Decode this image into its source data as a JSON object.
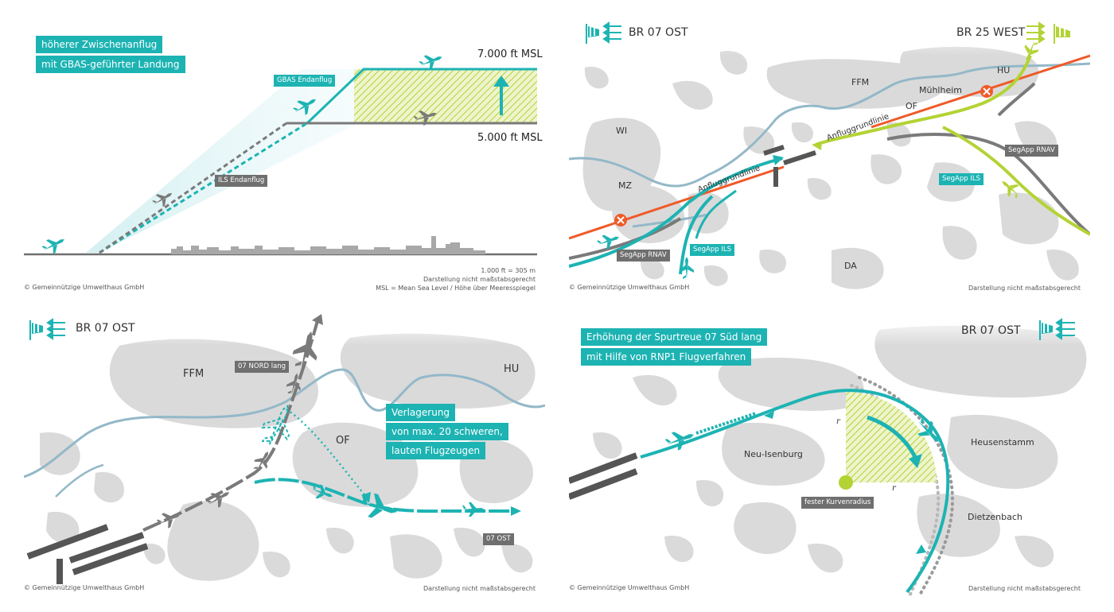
{
  "panel1": {
    "title_line1": "höherer Zwischenanflug",
    "title_line2": "mit GBAS-geführter Landung",
    "altitude_high": "7.000 ft MSL",
    "altitude_low": "5.000 ft MSL",
    "label_gbas": "GBAS Endanflug",
    "label_ils": "ILS Endanflug",
    "note_conversion": "1.000 ft = 305 m",
    "note_scale": "Darstellung nicht maßstabsgerecht",
    "note_msl": "MSL = Mean Sea Level / Höhe über Meeresspiegel",
    "copyright": "© Gemeinnützige Umwelthaus GmbH"
  },
  "panel2": {
    "runway_left": "BR 07 OST",
    "runway_right": "BR 25 WEST",
    "places": [
      "FFM",
      "Mühlheim",
      "HU",
      "OF",
      "WI",
      "MZ",
      "DA"
    ],
    "line_left": "Anfluggrundlinie",
    "line_right": "Anfluggrundlinie",
    "tag_segapp_rnav_right": "SegApp RNAV",
    "tag_segapp_ils_right": "SegApp ILS",
    "tag_segapp_rnav_left": "SegApp RNAV",
    "tag_segapp_ils_left": "SegApp ILS",
    "copyright": "© Gemeinnützige Umwelthaus GmbH",
    "note_scale": "Darstellung nicht maßstabsgerecht"
  },
  "panel3": {
    "runway": "BR 07 OST",
    "places": [
      "FFM",
      "HU",
      "OF"
    ],
    "tag_nord": "07 NORD lang",
    "tag_ost": "07 OST",
    "box_line1": "Verlagerung",
    "box_line2": "von max. 20 schweren,",
    "box_line3": "lauten Flugzeugen",
    "copyright": "© Gemeinnützige Umwelthaus GmbH",
    "note_scale": "Darstellung nicht maßstabsgerecht"
  },
  "panel4": {
    "title_line1": "Erhöhung der Spurtreue 07 Süd lang",
    "title_line2": "mit Hilfe von RNP1 Flugverfahren",
    "runway": "BR 07 OST",
    "places": [
      "Neu-Isenburg",
      "Heusenstamm",
      "Dietzenbach"
    ],
    "radius_label": "r",
    "tag_radius": "fester Kurvenradius",
    "copyright": "© Gemeinnützige Umwelthaus GmbH",
    "note_scale": "Darstellung nicht maßstabsgerecht"
  },
  "colors": {
    "teal": "#1db3b3",
    "lime": "#b3d335",
    "orange": "#ef5a28",
    "gray_dark": "#6f6f6f",
    "gray_area": "#dadada",
    "river": "#93b8c8"
  },
  "icons": [
    "windsock-icon",
    "wind-arrows-icon",
    "airplane-icon",
    "prohibited-icon",
    "up-arrow-icon"
  ]
}
